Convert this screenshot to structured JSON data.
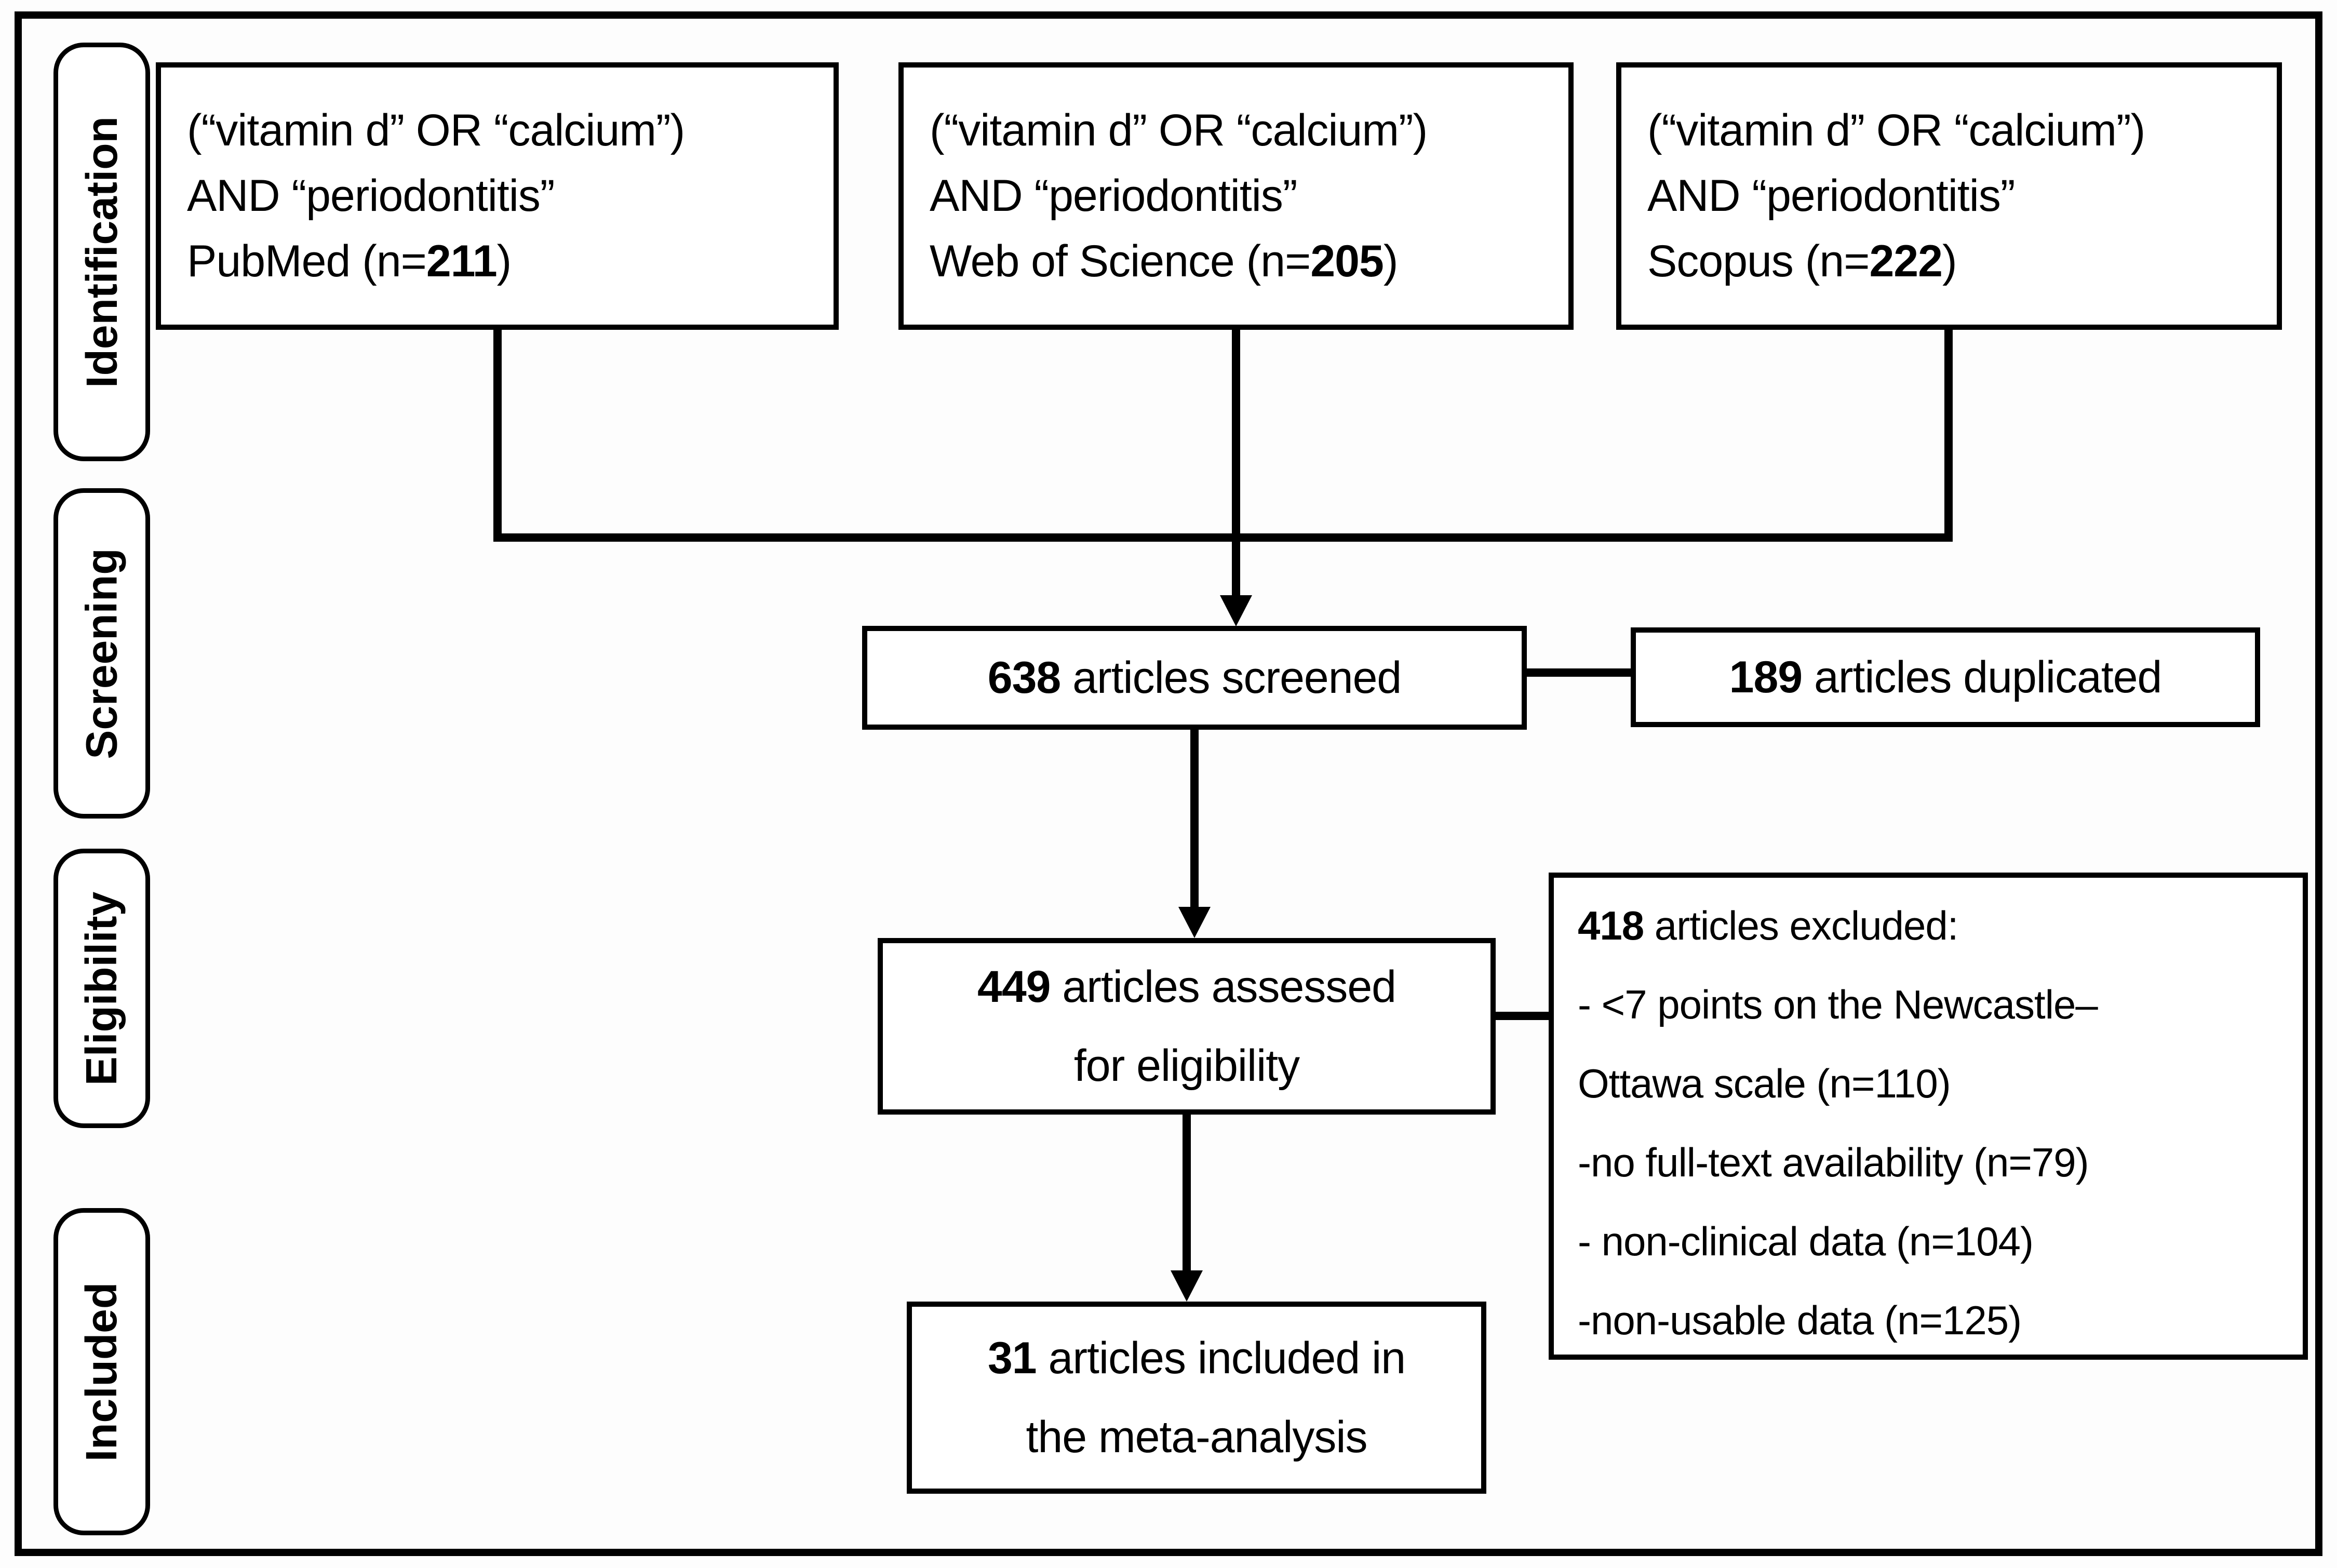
{
  "stages": {
    "identification": "Identification",
    "screening": "Screening",
    "eligibility": "Eligibility",
    "included": "Included"
  },
  "sources": [
    {
      "query1": "(“vitamin d” OR “calcium”)",
      "query2": "AND “periodontitis”",
      "result_prefix": "PubMed (n=",
      "result_count": "211",
      "result_suffix": ")"
    },
    {
      "query1": "(“vitamin d” OR “calcium”)",
      "query2": "AND “periodontitis”",
      "result_prefix": "Web of Science (n=",
      "result_count": "205",
      "result_suffix": ")"
    },
    {
      "query1": "(“vitamin d” OR “calcium”)",
      "query2": "AND “periodontitis”",
      "result_prefix": "Scopus (n=",
      "result_count": "222",
      "result_suffix": ")"
    }
  ],
  "screened": {
    "count": "638",
    "label": " articles screened"
  },
  "duplicated": {
    "count": "189",
    "label": " articles duplicated"
  },
  "assessed": {
    "count": "449",
    "label": " articles assessed",
    "label2": "for eligibility"
  },
  "excluded": {
    "count": "418",
    "label": " articles excluded:",
    "reason1": "- <7 points on the Newcastle–",
    "reason2": "Ottawa scale (n=110)",
    "reason3": "-no full-text availability (n=79)",
    "reason4": "- non-clinical data (n=104)",
    "reason5": "-non-usable data (n=125)"
  },
  "included_box": {
    "count": "31",
    "label": " articles included in",
    "label2": "the meta-analysis"
  }
}
